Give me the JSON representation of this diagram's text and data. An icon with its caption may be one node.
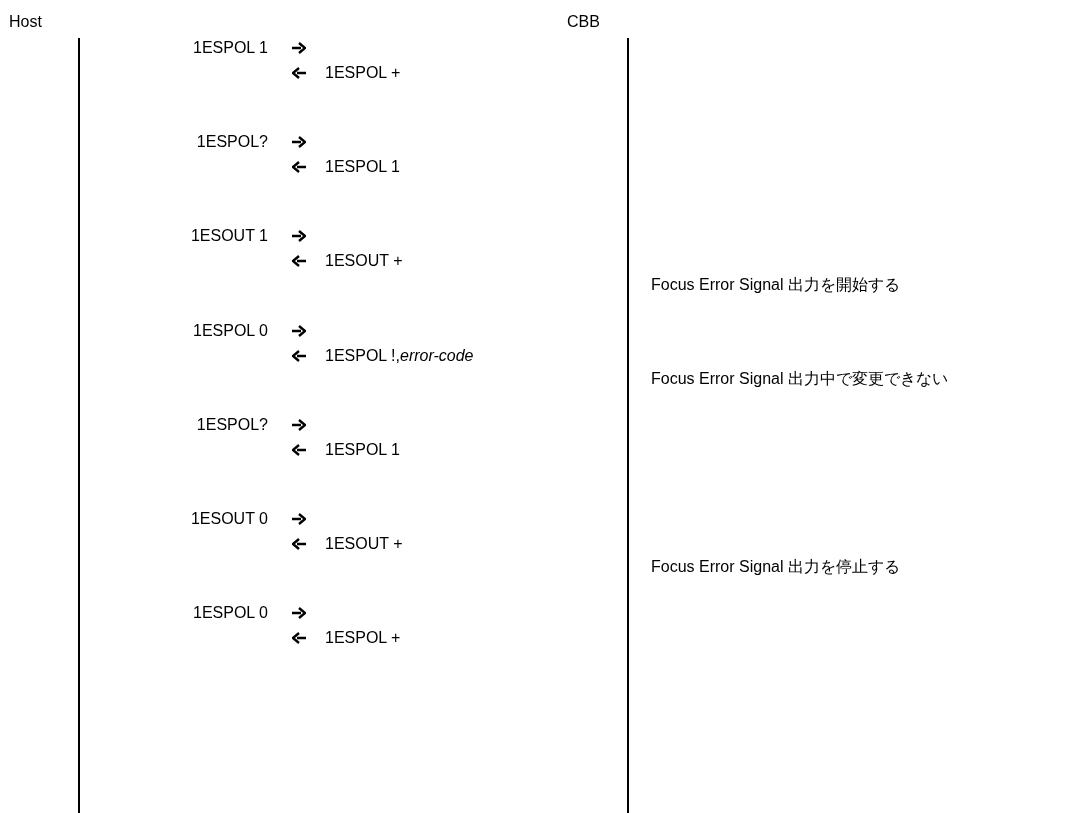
{
  "diagram": {
    "labels": [
      "Host",
      "CBB",
      "1ESPOL 1",
      "1ESPOL +",
      "1ESPOL?",
      "1ESPOL 1",
      "1ESOUT 1",
      "Focus Error Signal 出力を開始する",
      "1ESOUT +",
      "1ESPOL 0",
      "1ESPOL !,*error-code*",
      "Focus Error Signal 出力中で変更できない",
      "1ESPOL?",
      "1ESPOL 1",
      "1ESOUT 0",
      "Focus Error Signal 出力を停止する",
      "1ESOUT +",
      "1ESPOL 0",
      "1ESPOL +"
    ]
  }
}
